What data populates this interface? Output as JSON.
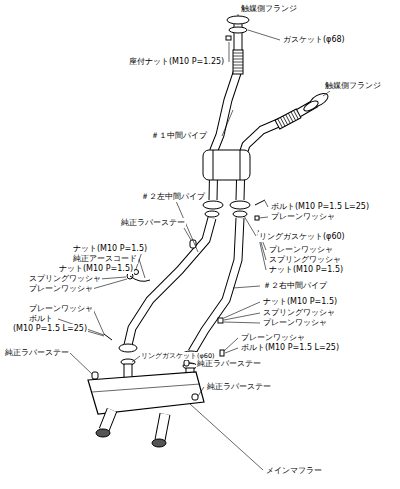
{
  "diagram": {
    "labels": [
      "触媒側フランジ",
      "ガスケット(φ68)",
      "座付ナット(M10 P=1.25)",
      "触媒側フランジ",
      "＃１中間パイプ",
      "＃２左中間パイプ",
      "ボルト(M10 P=1.5 L=25)",
      "プレーンワッシャ",
      "純正ラバーステー",
      "リングガスケット(φ60)",
      "プレーンワッシャ",
      "スプリングワッシャ",
      "ナット(M10 P=1.5)",
      "ナット(M10 P=1.5)",
      "純正アースコード",
      "ナット(M10 P=1.5)",
      "スプリングワッシャ",
      "プレーンワッシャ",
      "＃２右中間パイプ",
      "ナット(M10 P=1.5)",
      "スプリングワッシャ",
      "プレーンワッシャ",
      "プレーンワッシャ",
      "ボルト",
      "(M10 P=1.5 L=25)",
      "プレーンワッシャ",
      "ボルト(M10 P=1.5 L=25)",
      "純正ラバーステー",
      "リングガスケット(φ60)",
      "純正ラバーステー",
      "純正ラバーステー",
      "メインマフラー"
    ]
  }
}
